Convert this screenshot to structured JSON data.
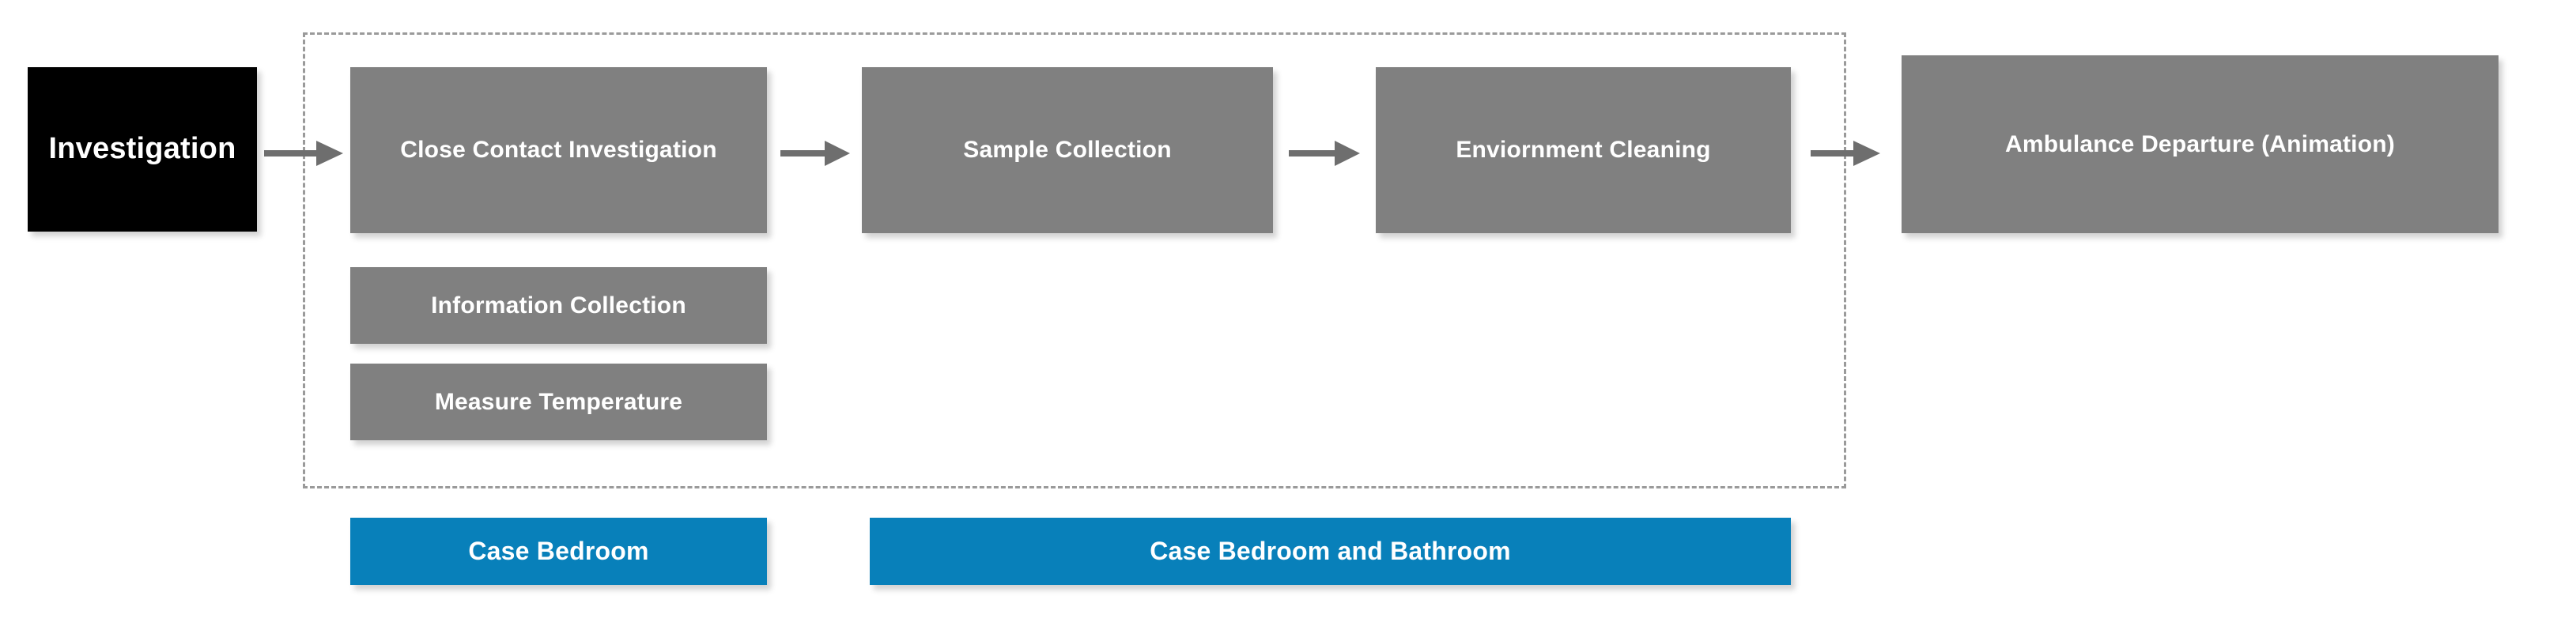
{
  "diagram": {
    "title_node": {
      "label": "Investigation",
      "color": "#000000",
      "text_color": "#ffffff"
    },
    "dashed_zone": {
      "name": "case-room-scope",
      "border_color": "#9a9a9a",
      "border_style": "dashed"
    },
    "process_nodes": [
      {
        "label": "Close Contact Investigation",
        "color": "#808080"
      },
      {
        "label": "Sample Collection",
        "color": "#808080"
      },
      {
        "label": "Enviornment Cleaning",
        "color": "#808080"
      },
      {
        "label": "Ambulance Departure (Animation)",
        "color": "#808080"
      }
    ],
    "sub_nodes": [
      {
        "label": "Information Collection",
        "color": "#808080"
      },
      {
        "label": "Measure Temperature",
        "color": "#808080"
      }
    ],
    "location_nodes": [
      {
        "label": "Case Bedroom",
        "color": "#0880ba"
      },
      {
        "label": "Case Bedroom and Bathroom",
        "color": "#0880ba"
      }
    ],
    "arrows": [
      {
        "name": "arrow-investigation-to-close-contact",
        "from": "Investigation",
        "to": "Close Contact Investigation"
      },
      {
        "name": "arrow-close-contact-to-sample",
        "from": "Close Contact Investigation",
        "to": "Sample Collection"
      },
      {
        "name": "arrow-sample-to-environment",
        "from": "Sample Collection",
        "to": "Enviornment Cleaning"
      },
      {
        "name": "arrow-environment-to-ambulance",
        "from": "Enviornment Cleaning",
        "to": "Ambulance Departure (Animation)"
      }
    ],
    "colors": {
      "black": "#000000",
      "gray": "#808080",
      "blue": "#0880ba",
      "arrow": "#6e6e6e",
      "dashed_border": "#9a9a9a",
      "background": "#ffffff"
    }
  }
}
